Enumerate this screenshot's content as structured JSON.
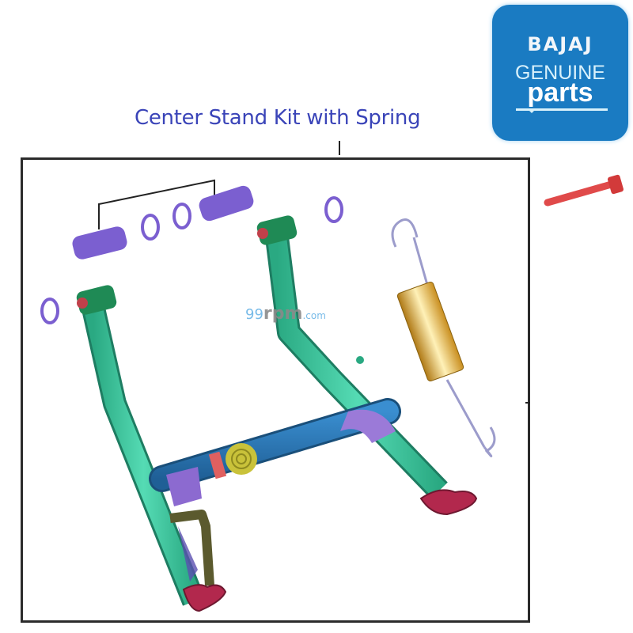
{
  "title": "Center Stand Kit with Spring",
  "logo": {
    "brand": "BAJAJ",
    "line2": "GENUINE",
    "line3": "parts",
    "background_color": "#1a7bc2"
  },
  "watermark": {
    "prefix": "99",
    "middle": "rpm",
    "suffix": ".com"
  },
  "diagram": {
    "parts": [
      {
        "name": "stand-frame",
        "color": "#3cc9a0"
      },
      {
        "name": "cross-tube",
        "color": "#2f7fb8"
      },
      {
        "name": "bushings",
        "color": "#7b5fd0"
      },
      {
        "name": "o-rings",
        "color": "#7b5fd0"
      },
      {
        "name": "spring",
        "color": "#e0a630"
      },
      {
        "name": "bolt",
        "color": "#e04a4a"
      },
      {
        "name": "rubber-feet",
        "color": "#b2284d"
      }
    ]
  }
}
